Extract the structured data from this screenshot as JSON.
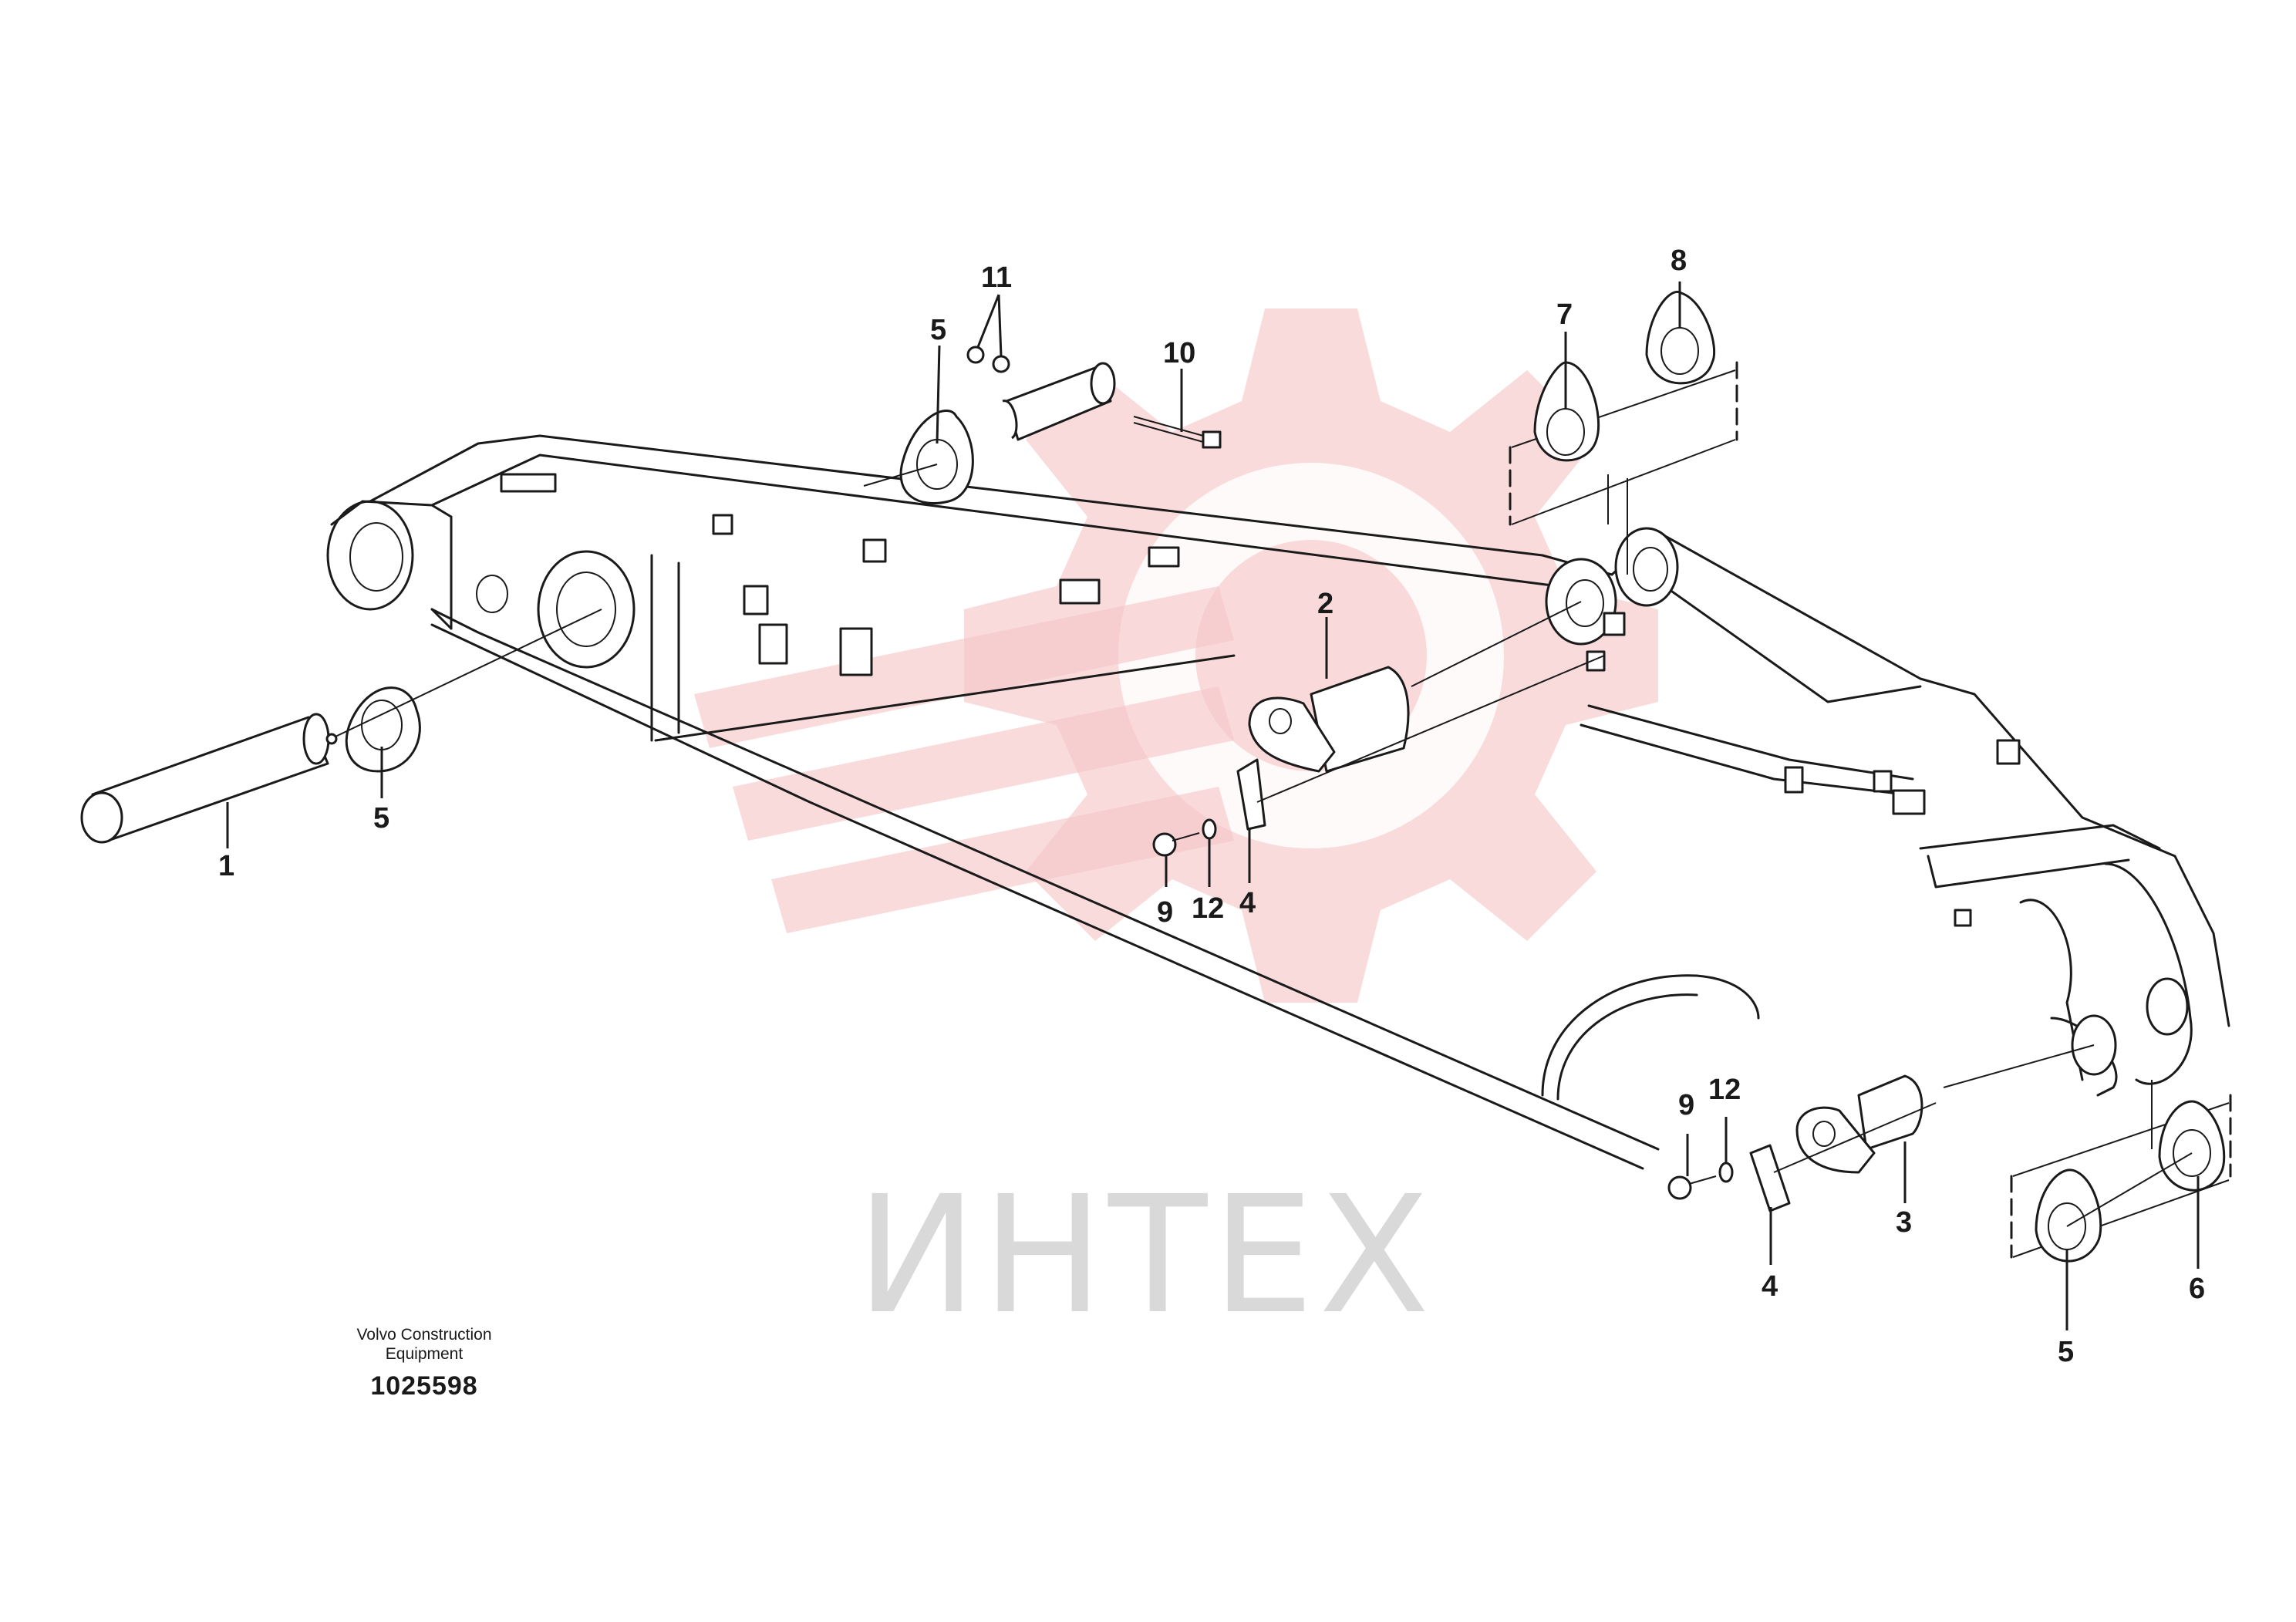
{
  "watermark": {
    "text": "ИНТЕХ",
    "gear_color": "#f6c7c9",
    "text_color": "#d9d9d9"
  },
  "credit": {
    "maker_line1": "Volvo Construction",
    "maker_line2": "Equipment",
    "drawing_number": "1025598"
  },
  "callouts": [
    {
      "id": "c1",
      "label": "1"
    },
    {
      "id": "c2",
      "label": "2"
    },
    {
      "id": "c3",
      "label": "3"
    },
    {
      "id": "c4a",
      "label": "4"
    },
    {
      "id": "c4b",
      "label": "4"
    },
    {
      "id": "c5a",
      "label": "5"
    },
    {
      "id": "c5b",
      "label": "5"
    },
    {
      "id": "c5c",
      "label": "5"
    },
    {
      "id": "c6",
      "label": "6"
    },
    {
      "id": "c7",
      "label": "7"
    },
    {
      "id": "c8",
      "label": "8"
    },
    {
      "id": "c9a",
      "label": "9"
    },
    {
      "id": "c9b",
      "label": "9"
    },
    {
      "id": "c10",
      "label": "10"
    },
    {
      "id": "c11",
      "label": "11"
    },
    {
      "id": "c12a",
      "label": "12"
    },
    {
      "id": "c12b",
      "label": "12"
    }
  ]
}
